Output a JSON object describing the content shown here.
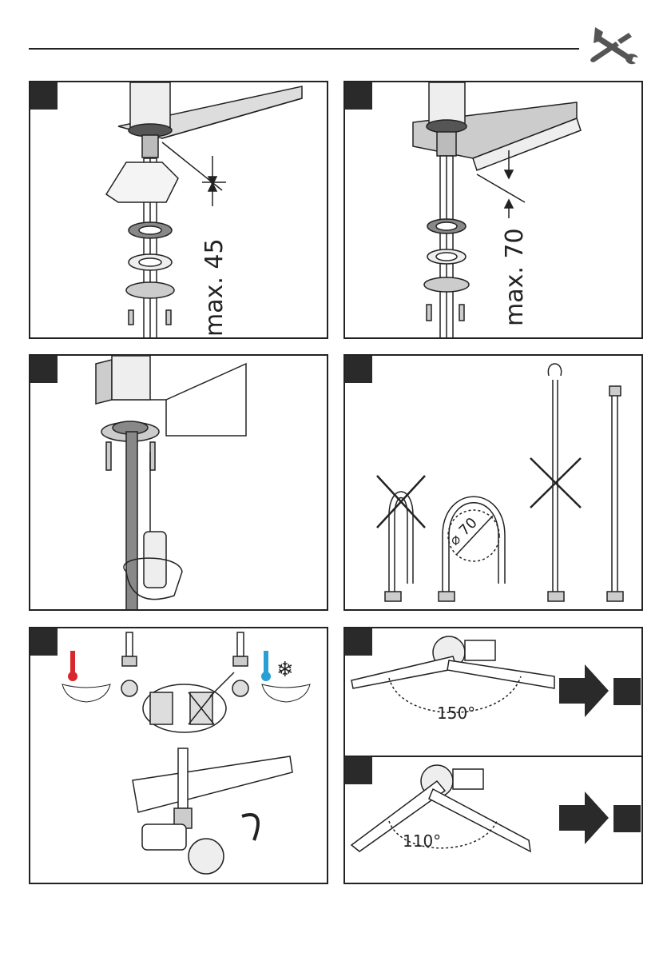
{
  "steps": {
    "s1": {
      "dimension": "max. 45"
    },
    "s2": {
      "dimension": "max. 70"
    },
    "s4": {
      "diameter": "70"
    },
    "s6a": {
      "angle": "150°"
    },
    "s6b": {
      "angle": "110°"
    }
  },
  "icons": {
    "header": "tools-icon",
    "hot": "hot-water-icon",
    "cold": "cold-water-icon"
  },
  "colors": {
    "hot": "#d8272d",
    "cold": "#2a9fd6",
    "badge": "#2a2a2a"
  }
}
